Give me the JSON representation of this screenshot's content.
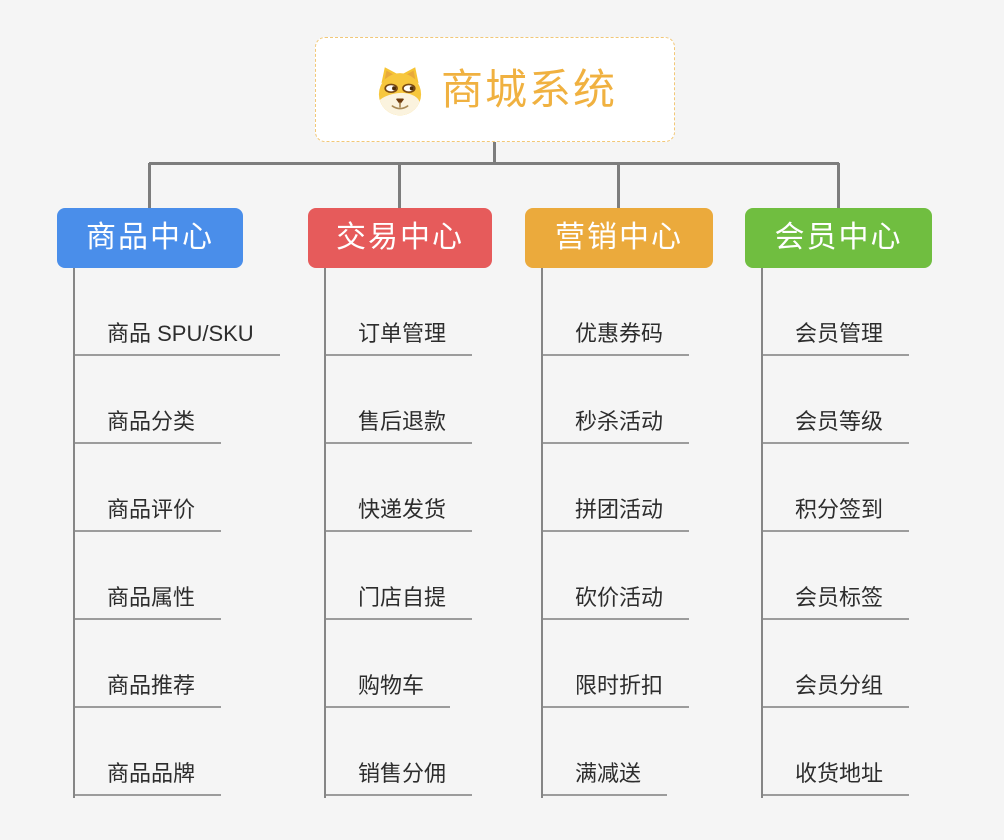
{
  "root": {
    "title": "商城系统",
    "icon": "dog-face-icon"
  },
  "branches": [
    {
      "label": "商品中心",
      "color": "#4a8eea",
      "items": [
        "商品 SPU/SKU",
        "商品分类",
        "商品评价",
        "商品属性",
        "商品推荐",
        "商品品牌"
      ]
    },
    {
      "label": "交易中心",
      "color": "#e65b5b",
      "items": [
        "订单管理",
        "售后退款",
        "快递发货",
        "门店自提",
        "购物车",
        "销售分佣"
      ]
    },
    {
      "label": "营销中心",
      "color": "#ebaa3c",
      "items": [
        "优惠券码",
        "秒杀活动",
        "拼团活动",
        "砍价活动",
        "限时折扣",
        "满减送"
      ]
    },
    {
      "label": "会员中心",
      "color": "#70be40",
      "items": [
        "会员管理",
        "会员等级",
        "积分签到",
        "会员标签",
        "会员分组",
        "收货地址"
      ]
    }
  ],
  "colors": {
    "background": "#f5f5f5",
    "connector": "#7d7d7d",
    "underline": "#9c9c9c",
    "root_accent": "#f0b140",
    "root_border": "#f2c878"
  }
}
